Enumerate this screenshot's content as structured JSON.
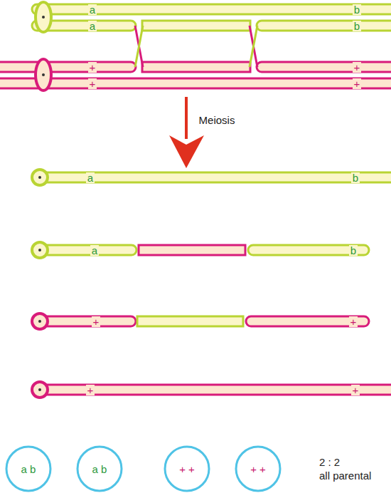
{
  "diagram": {
    "nodes": [
      {
        "text": [
          "a b"
        ]
      },
      {
        "text": [
          "a b"
        ]
      },
      {
        "text": [
          "+ +"
        ]
      },
      {
        "text": [
          "+ +"
        ]
      }
    ],
    "labels": [
      "a",
      "b",
      "a",
      "b",
      "+",
      "+",
      "+",
      "+",
      "Meiosis",
      "a",
      "b",
      "a",
      "b",
      "+",
      "+",
      "+",
      "+",
      "2 : 2",
      "all parental"
    ]
  }
}
